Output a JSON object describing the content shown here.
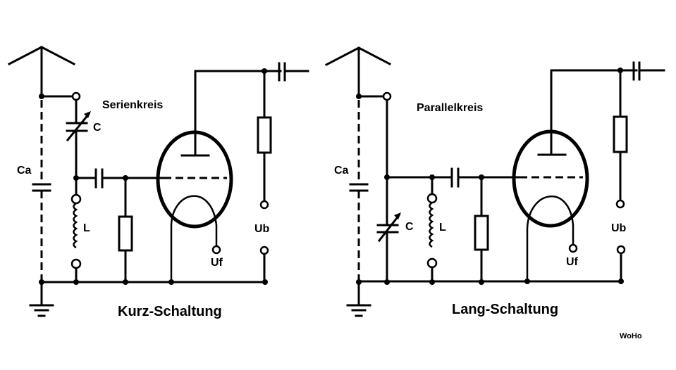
{
  "diagram": {
    "type": "tube radio antenna coupling schematics",
    "signature": "WoHo",
    "circuits": [
      {
        "id": "kurz",
        "title": "Kurz-Schaltung",
        "resonant_circuit_label": "Serienkreis",
        "labels": {
          "antenna_capacitance": "Ca",
          "tuning_capacitor": "C",
          "coil": "L",
          "filament_voltage": "Uf",
          "plate_voltage": "Ub"
        }
      },
      {
        "id": "lang",
        "title": "Lang-Schaltung",
        "resonant_circuit_label": "Parallelkreis",
        "labels": {
          "antenna_capacitance": "Ca",
          "tuning_capacitor": "C",
          "coil": "L",
          "filament_voltage": "Uf",
          "plate_voltage": "Ub"
        }
      }
    ]
  }
}
